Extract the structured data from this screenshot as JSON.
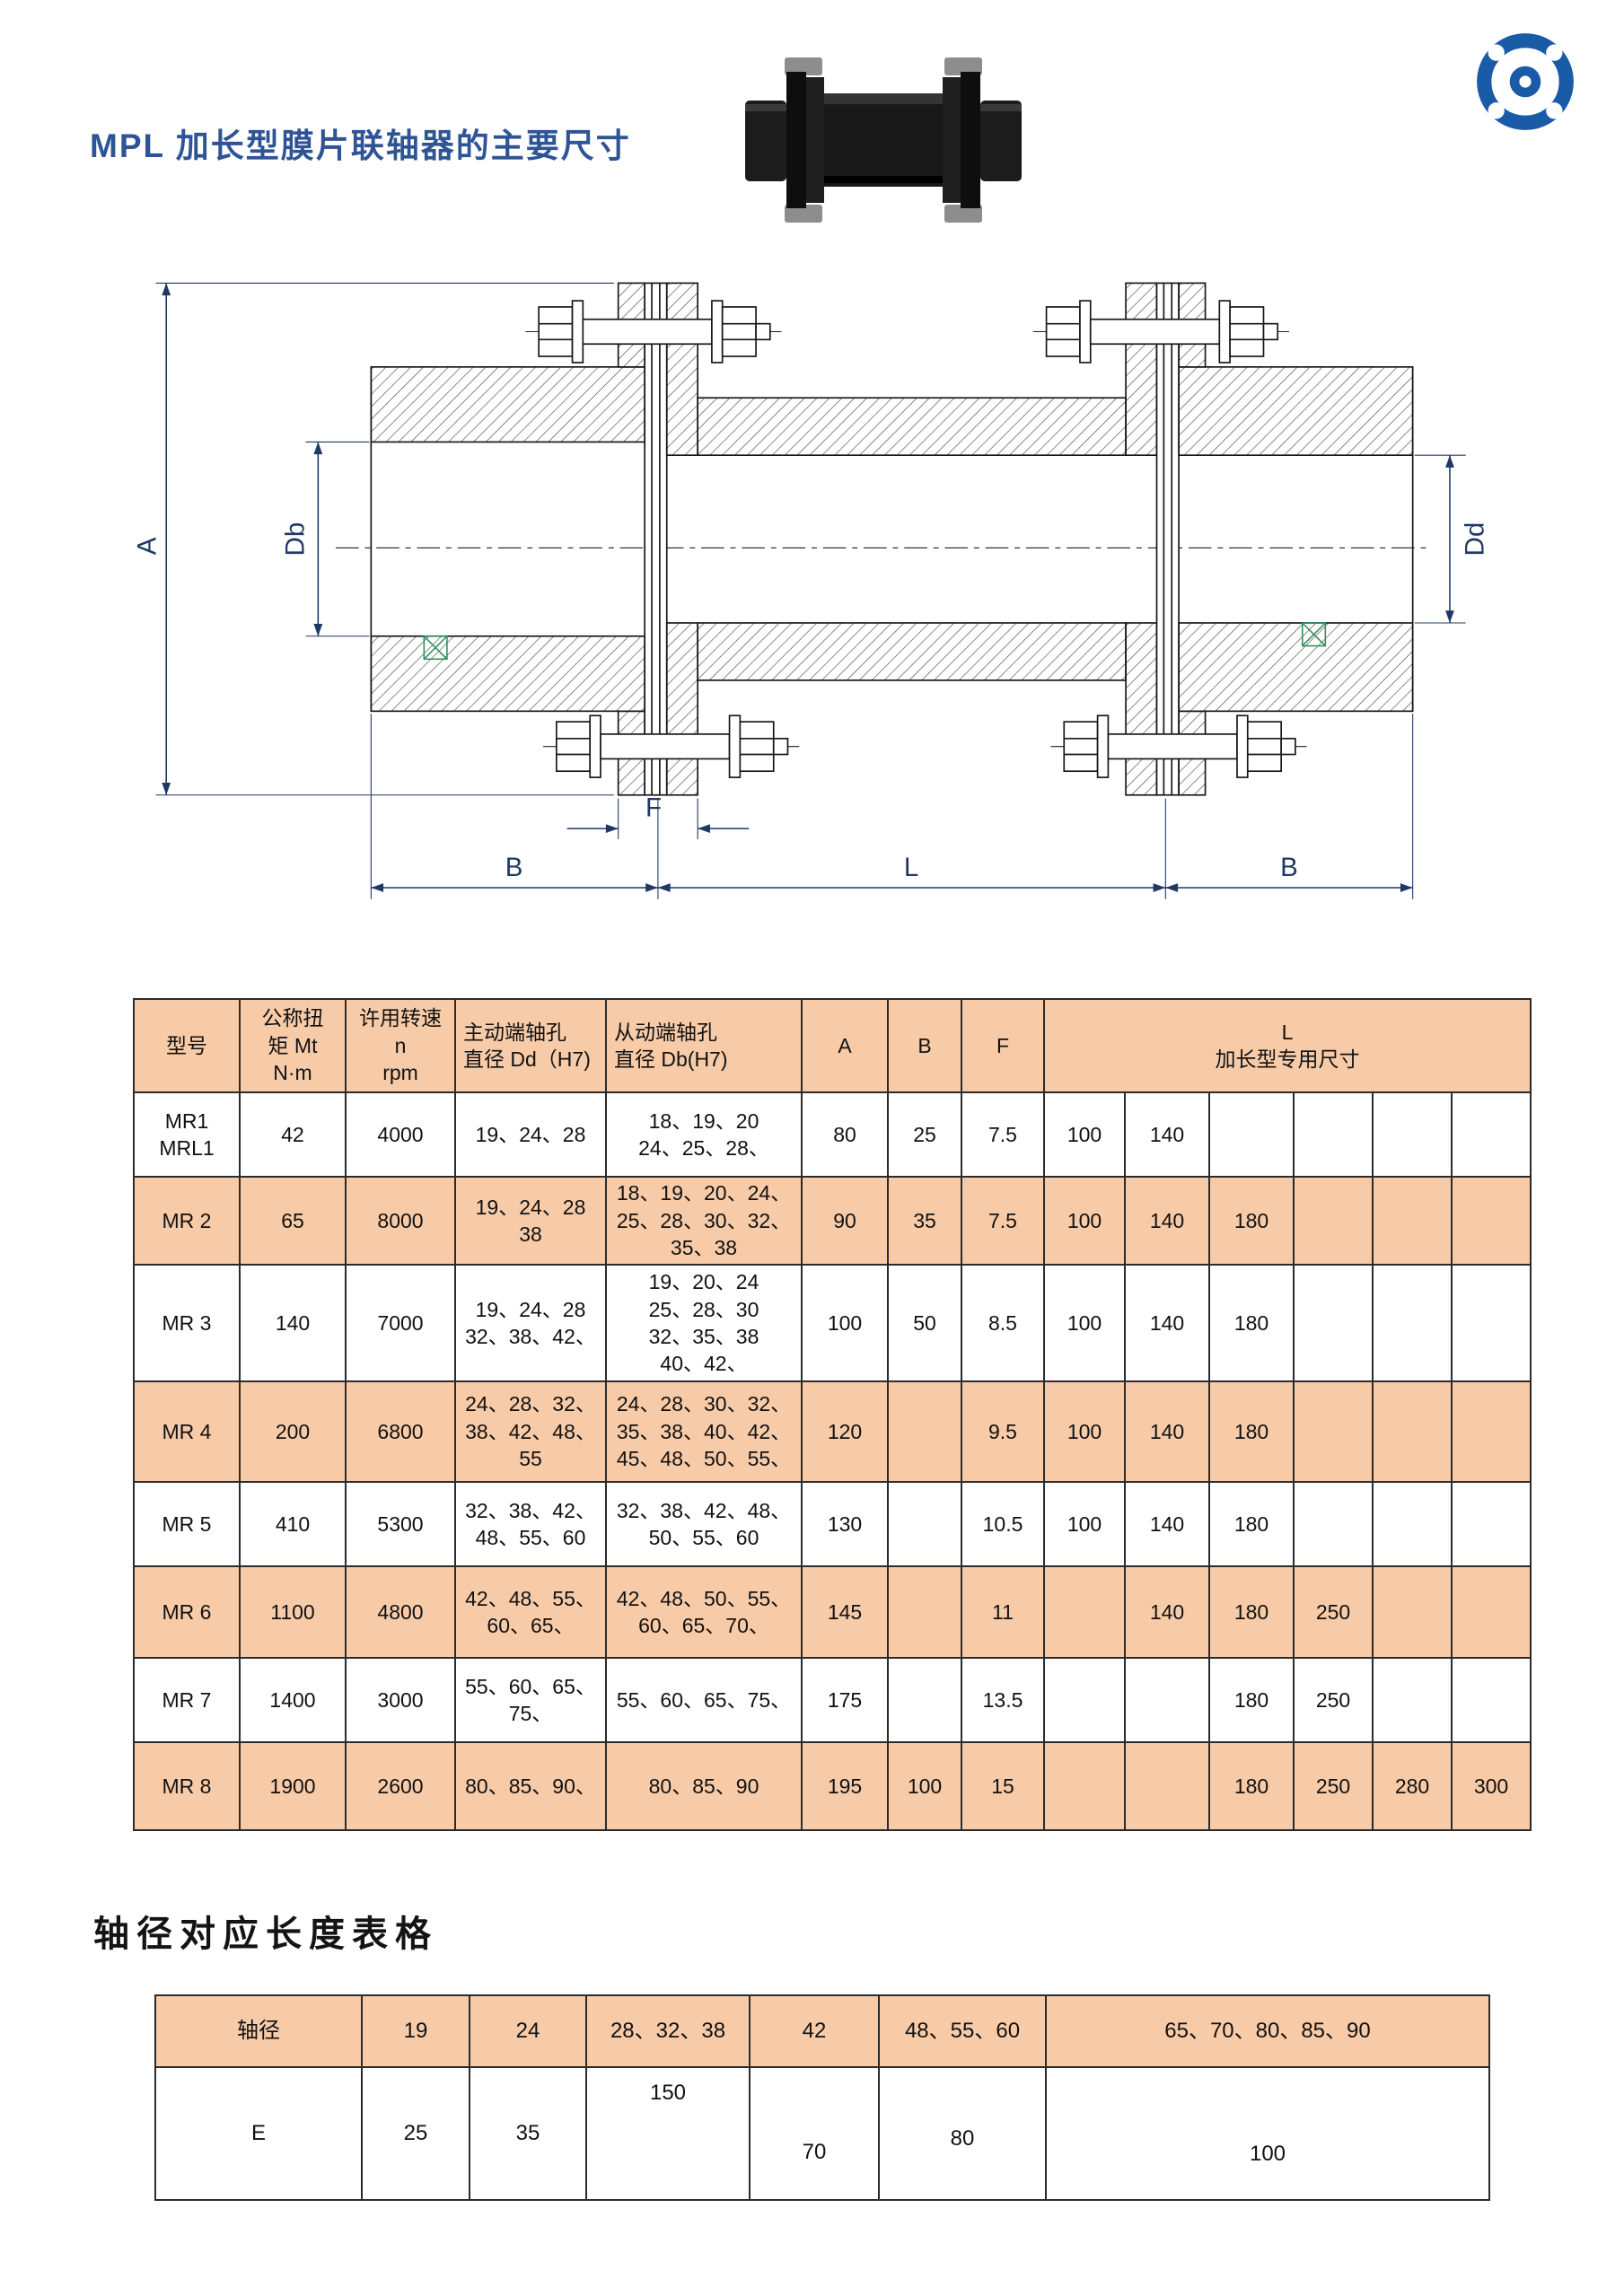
{
  "theme": {
    "title_color": "#2F5496",
    "table_header_bg": "#F8CBA8",
    "dim_color": "#1F3864",
    "logo_color": "#1A5BA8",
    "screw_color": "#2F8F5B"
  },
  "header": {
    "title": "MPL 加长型膜片联轴器的主要尺寸"
  },
  "drawing": {
    "dims": {
      "a": "A",
      "db": "Db",
      "dd": "Dd",
      "f": "F",
      "b_left": "B",
      "l": "L",
      "b_right": "B"
    }
  },
  "main_table": {
    "headers": {
      "model": "型号",
      "torque": "公称扭\n矩 Mt\nN·m",
      "speed": "许用转速\nn\nrpm",
      "drive_bore": "主动端轴孔\n直径 Dd（H7)",
      "driven_bore": "从动端轴孔\n直径 Db(H7)",
      "a": "A",
      "b": "B",
      "f": "F",
      "l": "L\n加长型专用尺寸"
    },
    "rows": [
      [
        "MR1\nMRL1",
        "42",
        "4000",
        "19、24、28",
        "18、19、20\n24、25、28、",
        "80",
        "25",
        "7.5",
        "100",
        "140",
        "",
        "",
        "",
        ""
      ],
      [
        "MR 2",
        "65",
        "8000",
        "19、24、28\n38",
        "18、19、20、24、\n25、28、30、32、\n35、38",
        "90",
        "35",
        "7.5",
        "100",
        "140",
        "180",
        "",
        "",
        ""
      ],
      [
        "MR 3",
        "140",
        "7000",
        "19、24、28\n32、38、42、",
        "19、20、24\n25、28、30\n32、35、38\n40、42、",
        "100",
        "50",
        "8.5",
        "100",
        "140",
        "180",
        "",
        "",
        ""
      ],
      [
        "MR 4",
        "200",
        "6800",
        "24、28、32、\n38、42、48、\n55",
        "24、28、30、32、\n35、38、40、42、\n45、48、50、55、",
        "120",
        "",
        "9.5",
        "100",
        "140",
        "180",
        "",
        "",
        ""
      ],
      [
        "MR 5",
        "410",
        "5300",
        "32、38、42、\n48、55、60",
        "32、38、42、48、\n50、55、60",
        "130",
        "",
        "10.5",
        "100",
        "140",
        "180",
        "",
        "",
        ""
      ],
      [
        "MR 6",
        "1100",
        "4800",
        "42、48、55、\n60、65、",
        "42、48、50、55、\n60、65、70、",
        "145",
        "",
        "11",
        "",
        "140",
        "180",
        "250",
        "",
        ""
      ],
      [
        "MR 7",
        "1400",
        "3000",
        "55、60、65、\n75、",
        "55、60、65、75、",
        "175",
        "",
        "13.5",
        "",
        "",
        "180",
        "250",
        "",
        ""
      ],
      [
        "MR 8",
        "1900",
        "2600",
        "80、85、90、",
        "80、85、90",
        "195",
        "100",
        "15",
        "",
        "",
        "180",
        "250",
        "280",
        "300"
      ]
    ]
  },
  "section2": {
    "heading": "轴径对应长度表格",
    "rows": [
      [
        "轴径",
        "19",
        "24",
        "28、32、38",
        "42",
        "48、55、60",
        "65、70、80、85、90"
      ],
      [
        "E",
        "25",
        "35",
        "150",
        "70",
        "80",
        "100"
      ]
    ]
  }
}
